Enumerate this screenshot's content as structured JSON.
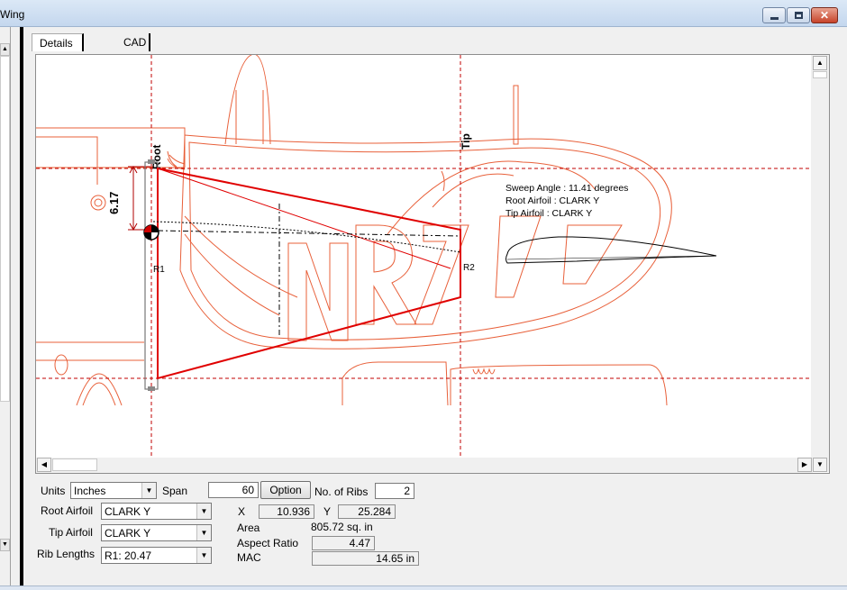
{
  "window": {
    "title": "Wing",
    "min_icon": "minimize-icon",
    "max_icon": "maximize-icon",
    "close_icon": "close-icon",
    "close_glyph": "✕"
  },
  "tabs": [
    {
      "label": "Details"
    },
    {
      "label": "CAD"
    }
  ],
  "canvas": {
    "root_label": "Root",
    "tip_label": "Tip",
    "dimension": "6.17",
    "r1_label": "R1",
    "r2_label": "R2",
    "sweep_text": "Sweep Angle : 11.41 degrees",
    "root_airfoil_text": "Root Airfoil : CLARK Y",
    "tip_airfoil_text": "Tip Airfoil    : CLARK Y",
    "colors": {
      "wing": "#e00000",
      "background_art": "#e8603a",
      "guide": "#c00000"
    }
  },
  "controls": {
    "units_label": "Units",
    "units_value": "Inches",
    "span_label": "Span",
    "span_value": "60",
    "option_button": "Option",
    "ribs_label": "No. of Ribs",
    "ribs_value": "2",
    "root_airfoil_label": "Root Airfoil",
    "root_airfoil_value": "CLARK Y",
    "tip_airfoil_label": "Tip Airfoil",
    "tip_airfoil_value": "CLARK Y",
    "rib_lengths_label": "Rib Lengths",
    "rib_lengths_value": "R1: 20.47",
    "x_label": "X",
    "x_value": "10.936",
    "y_label": "Y",
    "y_value": "25.284",
    "area_label": "Area",
    "area_value": "805.72 sq. in",
    "aspect_label": "Aspect Ratio",
    "aspect_value": "4.47",
    "mac_label": "MAC",
    "mac_value": "14.65 in"
  },
  "scroll_glyphs": {
    "up": "▲",
    "down": "▼",
    "left": "◀",
    "right": "▶",
    "combo": "▼"
  }
}
